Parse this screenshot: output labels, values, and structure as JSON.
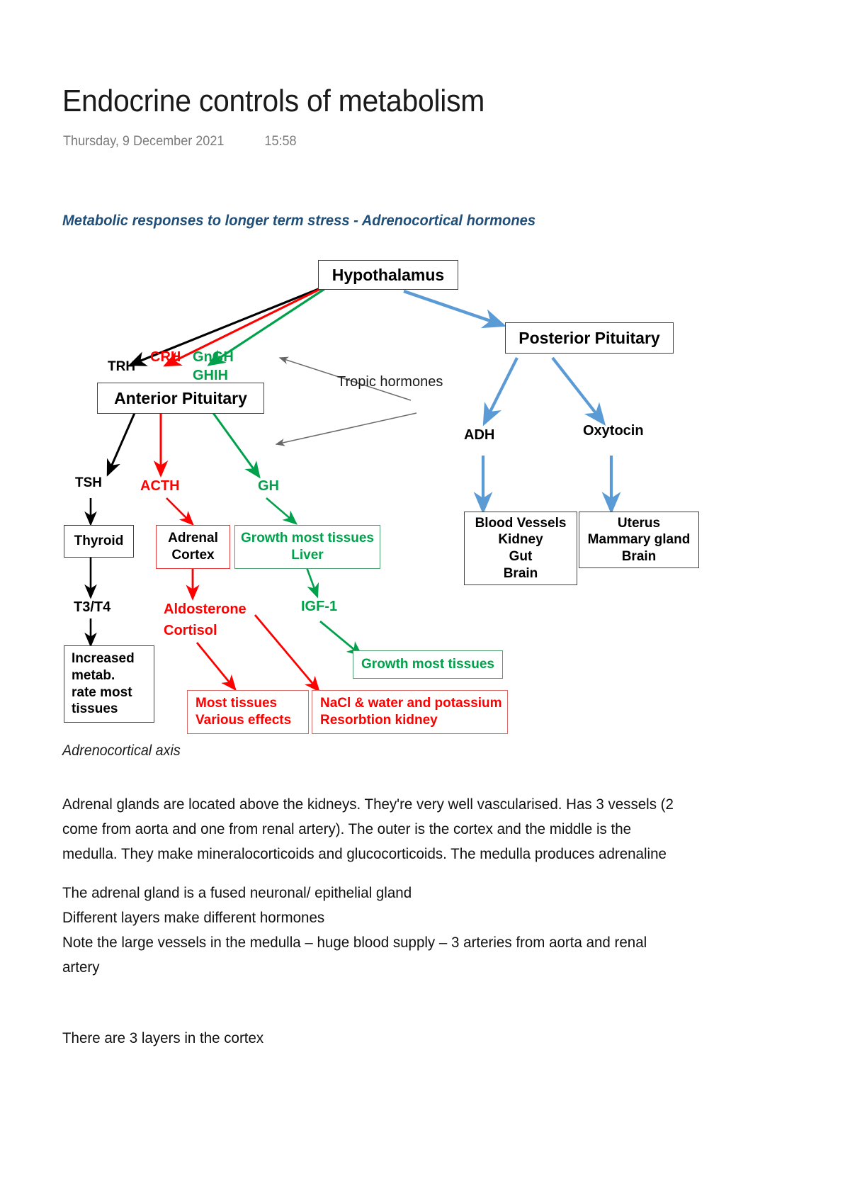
{
  "header": {
    "title": "Endocrine controls of metabolism",
    "date": "Thursday, 9 December 2021",
    "time": "15:58"
  },
  "section": {
    "heading": "Metabolic responses to longer term stress - Adrenocortical hormones"
  },
  "diagram": {
    "caption": "Adrenocortical axis",
    "colors": {
      "black": "#000000",
      "red": "#ff0000",
      "green": "#00a14b",
      "blue": "#5b9bd5",
      "grey": "#595959"
    },
    "nodes": {
      "hypothalamus": "Hypothalamus",
      "posterior_pituitary": "Posterior Pituitary",
      "anterior_pituitary": "Anterior Pituitary",
      "thyroid": "Thyroid",
      "adrenal_cortex_l1": "Adrenal",
      "adrenal_cortex_l2": "Cortex",
      "growth_liver_l1": "Growth most tissues",
      "growth_liver_l2": "Liver",
      "blood_vessels_l1": "Blood Vessels",
      "blood_vessels_l2": "Kidney",
      "blood_vessels_l3": "Gut",
      "blood_vessels_l4": "Brain",
      "uterus_l1": "Uterus",
      "uterus_l2": "Mammary gland",
      "uterus_l3": "Brain",
      "increased_metab_l1": "Increased",
      "increased_metab_l2": "metab.",
      "increased_metab_l3": "rate most",
      "increased_metab_l4": "tissues",
      "most_tissues_l1": "Most tissues",
      "most_tissues_l2": "Various effects",
      "nacl_l1": "NaCl & water and potassium",
      "nacl_l2": "Resorbtion kidney",
      "growth_most_tissues": "Growth most tissues"
    },
    "labels": {
      "trh": "TRH",
      "crh": "CRH",
      "gngh": "GnGH",
      "ghih": "GHIH",
      "tropic_hormones": "Tropic hormones",
      "tsh": "TSH",
      "acth": "ACTH",
      "gh": "GH",
      "adh": "ADH",
      "oxytocin": "Oxytocin",
      "t3t4": "T3/T4",
      "aldosterone": "Aldosterone",
      "cortisol": "Cortisol",
      "igf1": "IGF-1"
    }
  },
  "body": {
    "para1_line1": "Adrenal glands are located above the kidneys. They're very well vascularised. Has 3 vessels (2",
    "para1_line2": "come from aorta and one from renal artery). The outer is the cortex and the middle is the",
    "para1_line3": "medulla. They make mineralocorticoids and glucocorticoids. The medulla produces adrenaline",
    "para2_line1": "The adrenal gland is a fused neuronal/ epithelial gland",
    "para2_line2": "Different layers make different hormones",
    "para2_line3": "Note the large vessels in the medulla – huge blood supply – 3 arteries from aorta and renal",
    "para2_line4": "artery",
    "para3_line1": "There are 3 layers in the cortex"
  }
}
